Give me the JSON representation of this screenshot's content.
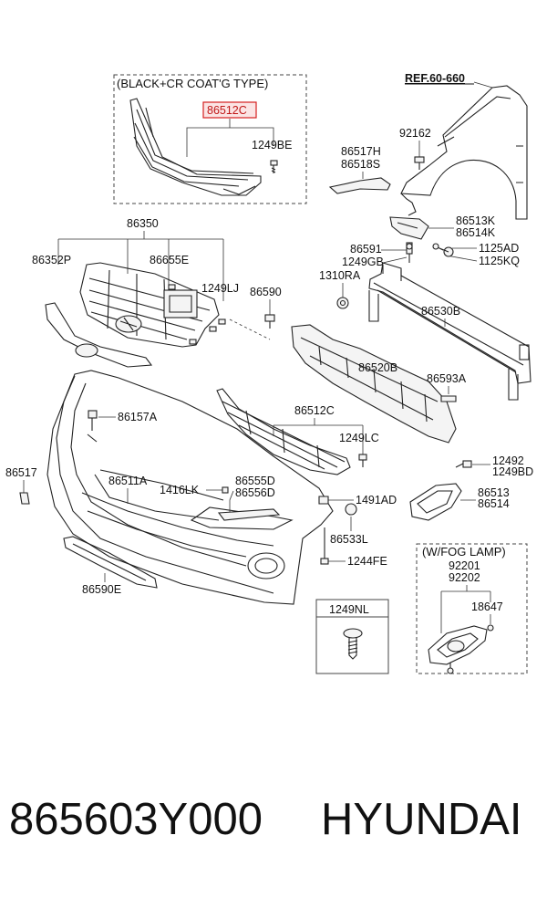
{
  "labels": {
    "frame_black_title": "(BLACK+CR COAT'G TYPE)",
    "frame_fog_title": "(W/FOG LAMP)",
    "ref": "REF.60-660",
    "p86512C_top": "86512C",
    "p1249BE": "1249BE",
    "p92162": "92162",
    "p86517H": "86517H",
    "p86518S": "86518S",
    "p86350": "86350",
    "p86352P": "86352P",
    "p86655E": "86655E",
    "p1249LJ": "1249LJ",
    "p86590": "86590",
    "p86513K": "86513K",
    "p86514K": "86514K",
    "p86591": "86591",
    "p1249GB": "1249GB",
    "p1125AD": "1125AD",
    "p1125KQ": "1125KQ",
    "p1310RA": "1310RA",
    "p86530B": "86530B",
    "p86520B": "86520B",
    "p86593A": "86593A",
    "p86157A": "86157A",
    "p86512C_mid": "86512C",
    "p1249LC": "1249LC",
    "p12492": "12492",
    "p1249BD": "1249BD",
    "p86517": "86517",
    "p86511A": "86511A",
    "p1416LK": "1416LK",
    "p86555D": "86555D",
    "p86556D": "86556D",
    "p1491AD": "1491AD",
    "p86513": "86513",
    "p86514": "86514",
    "p86533L": "86533L",
    "p1244FE": "1244FE",
    "p92201": "92201",
    "p92202": "92202",
    "p18647": "18647",
    "p86590E": "86590E",
    "p1249NL": "1249NL"
  },
  "footer": {
    "part_number": "865603Y000",
    "brand": "HYUNDAI"
  },
  "highlight_color": "#d42020"
}
